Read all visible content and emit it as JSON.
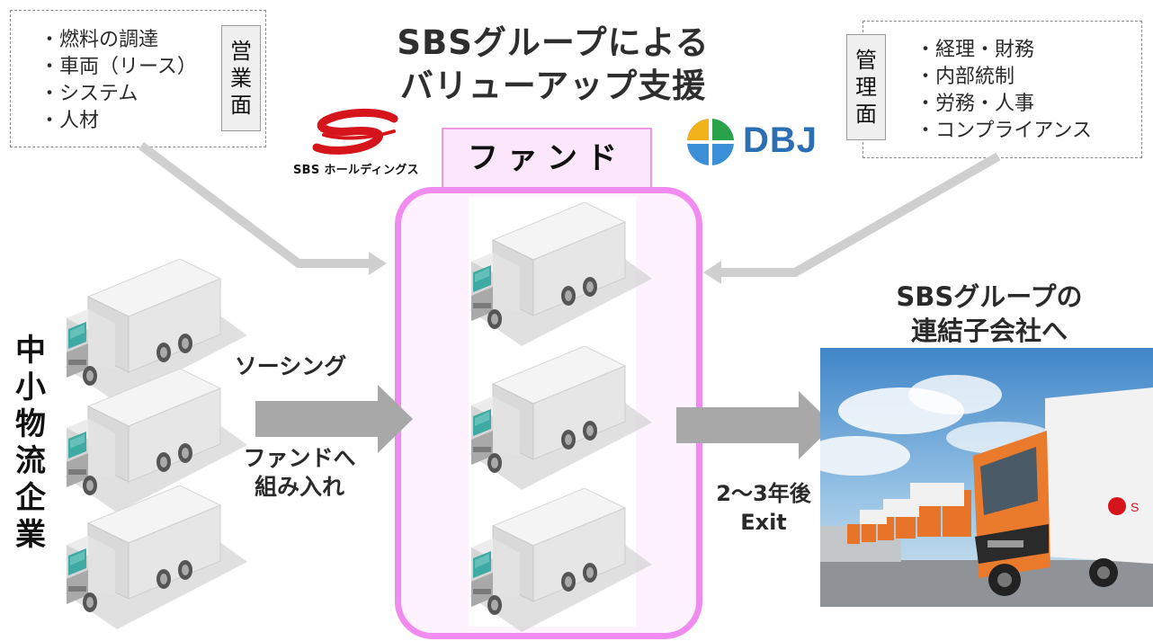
{
  "title": {
    "line1": "SBSグループによる",
    "line2": "バリューアップ支援"
  },
  "sales_panel": {
    "items": [
      "燃料の調達",
      "車両（リース）",
      "システム",
      "人材"
    ],
    "tag_chars": [
      "営",
      "業",
      "面"
    ]
  },
  "management_panel": {
    "items": [
      "経理・財務",
      "内部統制",
      "労務・人事",
      "コンプライアンス"
    ],
    "tag_chars": [
      "管",
      "理",
      "面"
    ]
  },
  "logos": {
    "sbs_caption": "SBS ホールディングス",
    "dbj": "DBJ"
  },
  "fund": {
    "label": "ファンド"
  },
  "left_group": {
    "chars": [
      "中",
      "小",
      "物",
      "流",
      "企",
      "業"
    ]
  },
  "flow_left": {
    "top": "ソーシング",
    "bottom_line1": "ファンドへ",
    "bottom_line2": "組み入れ"
  },
  "flow_right": {
    "line1": "2〜3年後",
    "line2": "Exit"
  },
  "destination": {
    "line1": "SBSグループの",
    "line2": "連結子会社へ"
  },
  "colors": {
    "fund_border": "#f08cf0",
    "fund_fill": "#fce6fb",
    "arrow_gray": "#a8a8a8",
    "sbs_red": "#d6141c",
    "dbj_blue": "#2b6eb3"
  }
}
